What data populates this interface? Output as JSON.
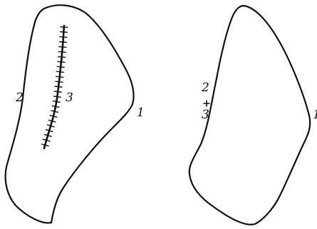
{
  "figures": [
    {
      "id": "left",
      "labels": {
        "a": "2",
        "b": "3",
        "c": "1"
      },
      "has_suture": true
    },
    {
      "id": "right",
      "labels": {
        "a": "2",
        "b": "3",
        "c": "1"
      },
      "has_suture": false
    }
  ],
  "style": {
    "ink": "#111111",
    "paper": "#ffffff"
  }
}
